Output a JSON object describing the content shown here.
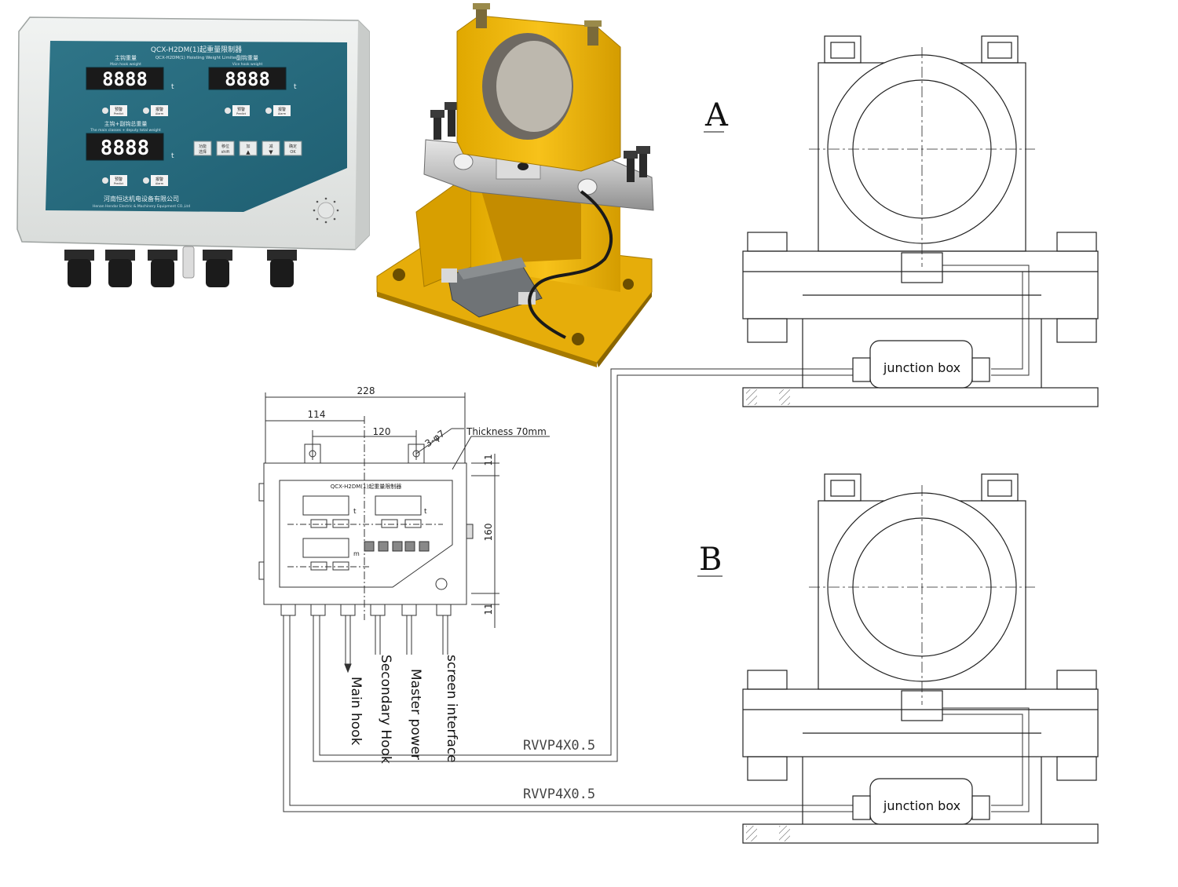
{
  "controller": {
    "model_title": "QCX-H2DM(1)起重量限制器",
    "model_subtitle": "QCX-H2DM(1) Hoisting Weight Limiter",
    "main_hook_weight_cn": "主钩重量",
    "main_hook_weight_en": "Main hook weight",
    "vice_hook_weight_cn": "副钩重量",
    "vice_hook_weight_en": "Vice hook weight",
    "total_weight_cn": "主钩+副钩总重量",
    "total_weight_en": "The main classes + deputy total weight",
    "display_value": "8888",
    "unit": "t",
    "predict_cn": "预警",
    "predict_en": "Predict",
    "alarm_cn": "报警",
    "alarm_en": "Alarm",
    "buttons": [
      {
        "cn": "功能",
        "en": "选择"
      },
      {
        "cn": "移位",
        "en": "shift"
      },
      {
        "cn": "加",
        "en": "▲"
      },
      {
        "cn": "减",
        "en": "▼"
      },
      {
        "cn": "确定",
        "en": "OK"
      }
    ],
    "company_cn": "河南恒达机电设备有限公司",
    "company_en": "Henan Hendar Electric & Machinery Equipment CO.,Ltd"
  },
  "drawing": {
    "dim_width": "228",
    "dim_half": "114",
    "dim_mount": "120",
    "dim_holes": "3-φ7",
    "dim_height": "160",
    "dim_margin_top": "11",
    "dim_margin_bottom": "11",
    "thickness_label": "Thickness 70mm",
    "panel_title": "QCX-H2DM(1)起重量限制器",
    "unit_t": "t",
    "unit_m": "m",
    "leads": [
      {
        "label": "Main hook"
      },
      {
        "label": "Secondary Hook"
      },
      {
        "label": "Master power"
      },
      {
        "label": "screen interface"
      }
    ],
    "cable_label_1": "RVVP4X0.5",
    "cable_label_2": "RVVP4X0.5"
  },
  "sensors": {
    "label_a": "A",
    "label_b": "B",
    "junction_box_a": "junction box",
    "junction_box_b": "junction box"
  }
}
